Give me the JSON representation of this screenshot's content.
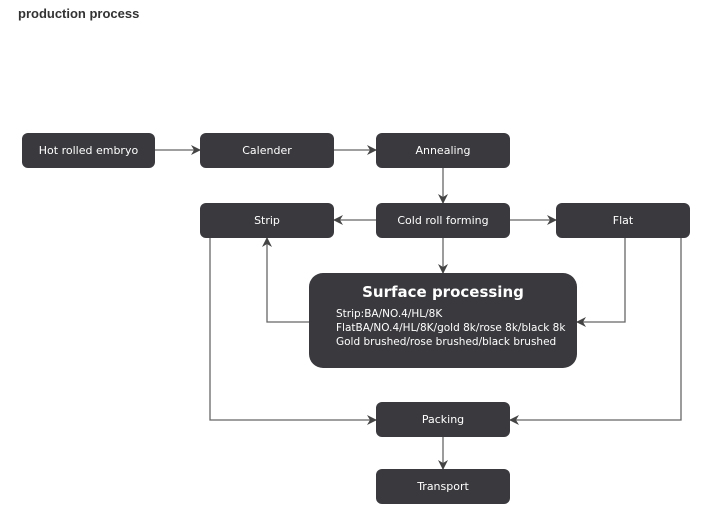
{
  "page": {
    "title": "production process"
  },
  "colors": {
    "node_fill": "#3a393e",
    "node_text": "#ffffff",
    "connector": "#555555"
  },
  "nodes": {
    "hot_rolled": "Hot rolled embryo",
    "calender": "Calender",
    "annealing": "Annealing",
    "strip": "Strip",
    "cold_roll": "Cold roll forming",
    "flat": "Flat",
    "packing": "Packing",
    "transport": "Transport"
  },
  "surface": {
    "title": "Surface processing",
    "lines": [
      "Strip:BA/NO.4/HL/8K",
      "FlatBA/NO.4/HL/8K/gold 8k/rose 8k/black 8k",
      "Gold brushed/rose brushed/black brushed"
    ]
  },
  "edges": [
    {
      "from": "Hot rolled embryo",
      "to": "Calender"
    },
    {
      "from": "Calender",
      "to": "Annealing"
    },
    {
      "from": "Annealing",
      "to": "Cold roll forming"
    },
    {
      "from": "Cold roll forming",
      "to": "Strip"
    },
    {
      "from": "Cold roll forming",
      "to": "Flat"
    },
    {
      "from": "Cold roll forming",
      "to": "Surface processing"
    },
    {
      "from": "Surface processing",
      "to": "Strip"
    },
    {
      "from": "Flat",
      "to": "Surface processing"
    },
    {
      "from": "Strip",
      "to": "Packing"
    },
    {
      "from": "Flat",
      "to": "Packing"
    },
    {
      "from": "Packing",
      "to": "Transport"
    }
  ]
}
